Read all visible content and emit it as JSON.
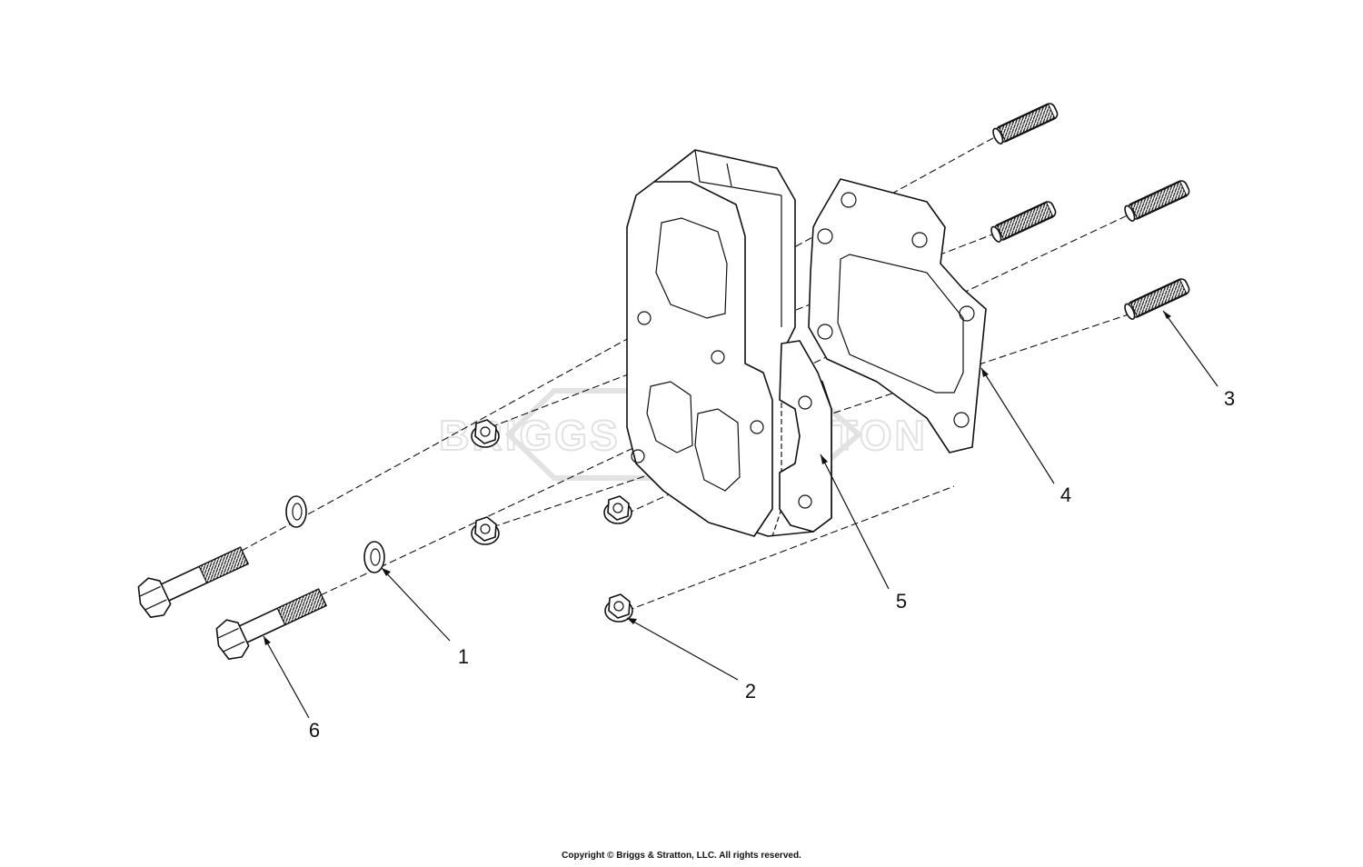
{
  "watermark": {
    "text": "BRIGGS & STRATTON"
  },
  "callouts": [
    {
      "id": "1",
      "label": "1"
    },
    {
      "id": "2",
      "label": "2"
    },
    {
      "id": "3",
      "label": "3"
    },
    {
      "id": "4",
      "label": "4"
    },
    {
      "id": "5",
      "label": "5"
    },
    {
      "id": "6",
      "label": "6"
    }
  ],
  "footer": {
    "copyright": "Copyright © Briggs & Stratton, LLC. All rights reserved."
  },
  "colors": {
    "line": "#111111",
    "background": "#ffffff",
    "watermark": "#e2e2e2"
  }
}
